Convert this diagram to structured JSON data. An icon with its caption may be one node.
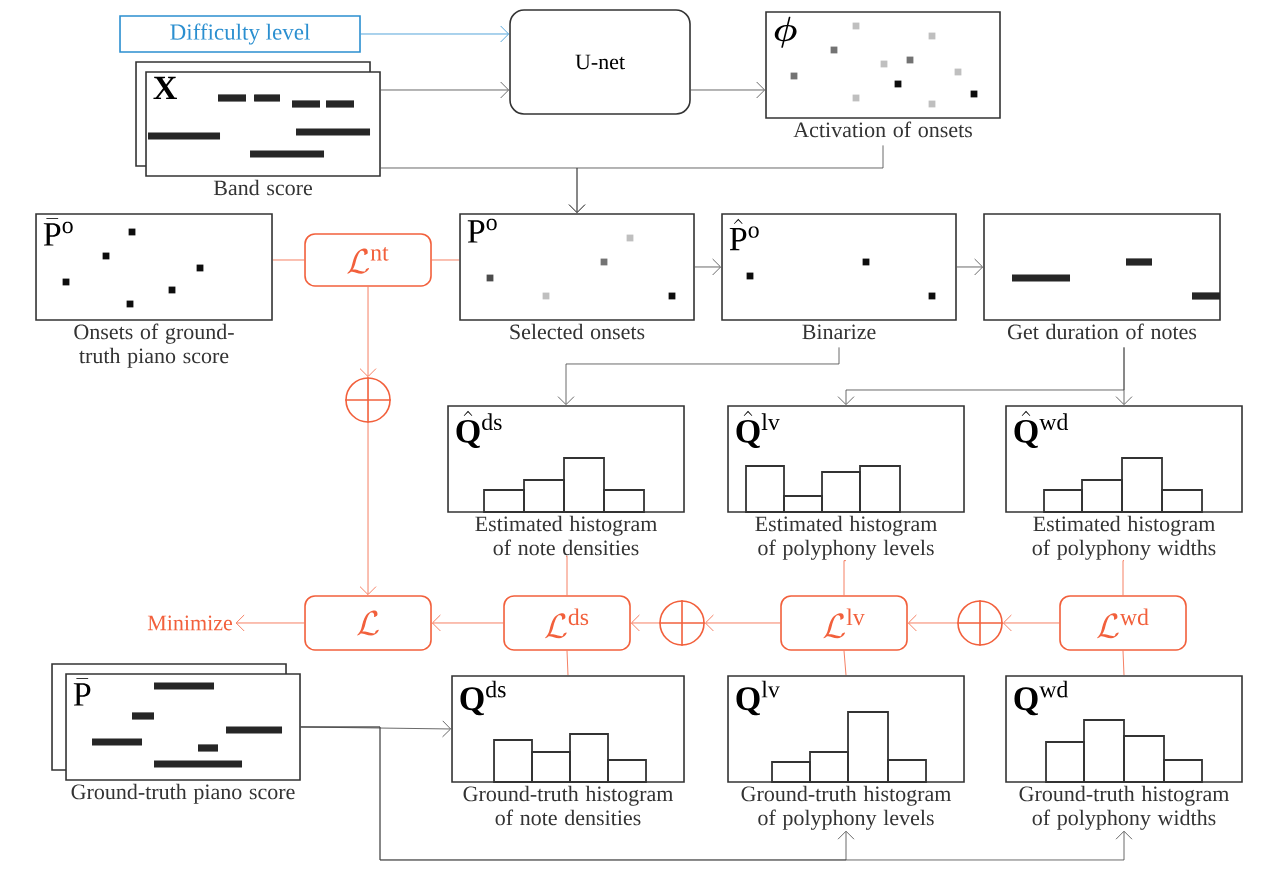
{
  "diagram": {
    "nodes": [
      {
        "text": [
          "Difficulty level"
        ]
      },
      {
        "text": [
          "\\mathbf{X}"
        ],
        "beside": [
          "Band score"
        ]
      },
      {
        "text": [
          "U-net"
        ]
      },
      {
        "text": [
          "\\boldsymbol{\\phi}"
        ],
        "beside": [
          "Activation of onsets"
        ]
      },
      {
        "text": [
          "\\bar{\\mathrm{P}}^{\\mathrm{o}}"
        ],
        "beside": [
          "Onsets of ground-truth piano score"
        ]
      },
      {
        "text": [
          "\\mathcal{L}^{\\mathrm{nt}}"
        ]
      },
      {
        "text": [
          "\\mathrm{P}^{\\mathrm{o}}"
        ],
        "beside": [
          "Selected onsets"
        ]
      },
      {
        "text": [
          "\\hat{\\mathrm{P}}^{\\mathrm{o}}"
        ],
        "beside": [
          "Binarize"
        ]
      },
      {
        "text": [],
        "shape": "box",
        "beside": [
          "Get duration of notes"
        ]
      },
      {
        "text": [],
        "shape": "circle"
      },
      {
        "text": [
          "\\hat{\\mathbf{Q}}^{\\mathrm{ds}}"
        ],
        "beside": [
          "Estimated histogram of note densities"
        ]
      },
      {
        "text": [
          "\\hat{\\mathbf{Q}}^{\\mathrm{lv}}"
        ],
        "beside": [
          "Estimated histogram of polyphony levels"
        ]
      },
      {
        "text": [
          "\\hat{\\mathbf{Q}}^{\\mathrm{wd}}"
        ],
        "beside": [
          "Estimated histogram of polyphony widths"
        ]
      },
      {
        "text": [
          "\\mathcal{L}"
        ]
      },
      {
        "text": [
          "Minimize"
        ]
      },
      {
        "text": [
          "\\mathcal{L}^{\\mathrm{ds}}"
        ]
      },
      {
        "text": [],
        "shape": "circle"
      },
      {
        "text": [
          "\\mathcal{L}^{\\mathrm{lv}}"
        ]
      },
      {
        "text": [],
        "shape": "circle"
      },
      {
        "text": [
          "\\mathcal{L}^{\\mathrm{wd}}"
        ]
      },
      {
        "text": [
          "\\bar{\\mathrm{P}}"
        ],
        "beside": [
          "Ground-truth piano score"
        ]
      },
      {
        "text": [
          "\\mathbf{Q}^{\\mathrm{ds}}"
        ],
        "beside": [
          "Ground-truth histogram of note densities"
        ]
      },
      {
        "text": [
          "\\mathbf{Q}^{\\mathrm{lv}}"
        ],
        "beside": [
          "Ground-truth histogram of polyphony levels"
        ]
      },
      {
        "text": [
          "\\mathbf{Q}^{\\mathrm{wd}}"
        ],
        "beside": [
          "Ground-truth histogram of polyphony widths"
        ]
      }
    ],
    "edges": [
      {
        "from": 0,
        "to": 2,
        "arrow": "to",
        "color": "#2b8fd0"
      },
      {
        "from": 1,
        "to": 2,
        "arrow": "to",
        "color": "#444444"
      },
      {
        "from": 2,
        "to": 3,
        "arrow": "to",
        "color": "#444444"
      },
      {
        "from": 1,
        "to": 6,
        "arrow": "to",
        "color": "#444444"
      },
      {
        "from": 3,
        "to": 6,
        "arrow": "to",
        "color": "#444444"
      },
      {
        "from": 4,
        "to": 5,
        "arrow": "none",
        "color": "#f2603c"
      },
      {
        "from": 6,
        "to": 5,
        "arrow": "none",
        "color": "#f2603c"
      },
      {
        "from": 5,
        "to": 9,
        "arrow": "to",
        "color": "#f2603c"
      },
      {
        "from": 9,
        "to": 13,
        "arrow": "to",
        "color": "#f2603c"
      },
      {
        "from": 6,
        "to": 7,
        "arrow": "to",
        "color": "#444444"
      },
      {
        "from": 7,
        "to": 8,
        "arrow": "to",
        "color": "#444444"
      },
      {
        "from": 7,
        "to": 10,
        "arrow": "to",
        "color": "#444444"
      },
      {
        "from": 8,
        "to": 11,
        "arrow": "to",
        "color": "#444444"
      },
      {
        "from": 8,
        "to": 12,
        "arrow": "to",
        "color": "#444444"
      },
      {
        "from": 10,
        "to": 15,
        "arrow": "none",
        "color": "#f2603c"
      },
      {
        "from": 21,
        "to": 15,
        "arrow": "none",
        "color": "#f2603c"
      },
      {
        "from": 11,
        "to": 17,
        "arrow": "none",
        "color": "#f2603c"
      },
      {
        "from": 22,
        "to": 17,
        "arrow": "none",
        "color": "#f2603c"
      },
      {
        "from": 12,
        "to": 19,
        "arrow": "none",
        "color": "#f2603c"
      },
      {
        "from": 23,
        "to": 19,
        "arrow": "none",
        "color": "#f2603c"
      },
      {
        "from": 19,
        "to": 18,
        "arrow": "to",
        "color": "#f2603c"
      },
      {
        "from": 18,
        "to": 17,
        "arrow": "to",
        "color": "#f2603c"
      },
      {
        "from": 17,
        "to": 16,
        "arrow": "to",
        "color": "#f2603c"
      },
      {
        "from": 16,
        "to": 15,
        "arrow": "to",
        "color": "#f2603c"
      },
      {
        "from": 15,
        "to": 13,
        "arrow": "to",
        "color": "#f2603c"
      },
      {
        "from": 13,
        "to": 14,
        "arrow": "to",
        "color": "#f2603c"
      },
      {
        "from": 20,
        "to": 21,
        "arrow": "to",
        "color": "#444444"
      },
      {
        "from": 20,
        "to": 22,
        "arrow": "to",
        "color": "#444444"
      },
      {
        "from": 20,
        "to": 23,
        "arrow": "to",
        "color": "#444444"
      }
    ]
  }
}
